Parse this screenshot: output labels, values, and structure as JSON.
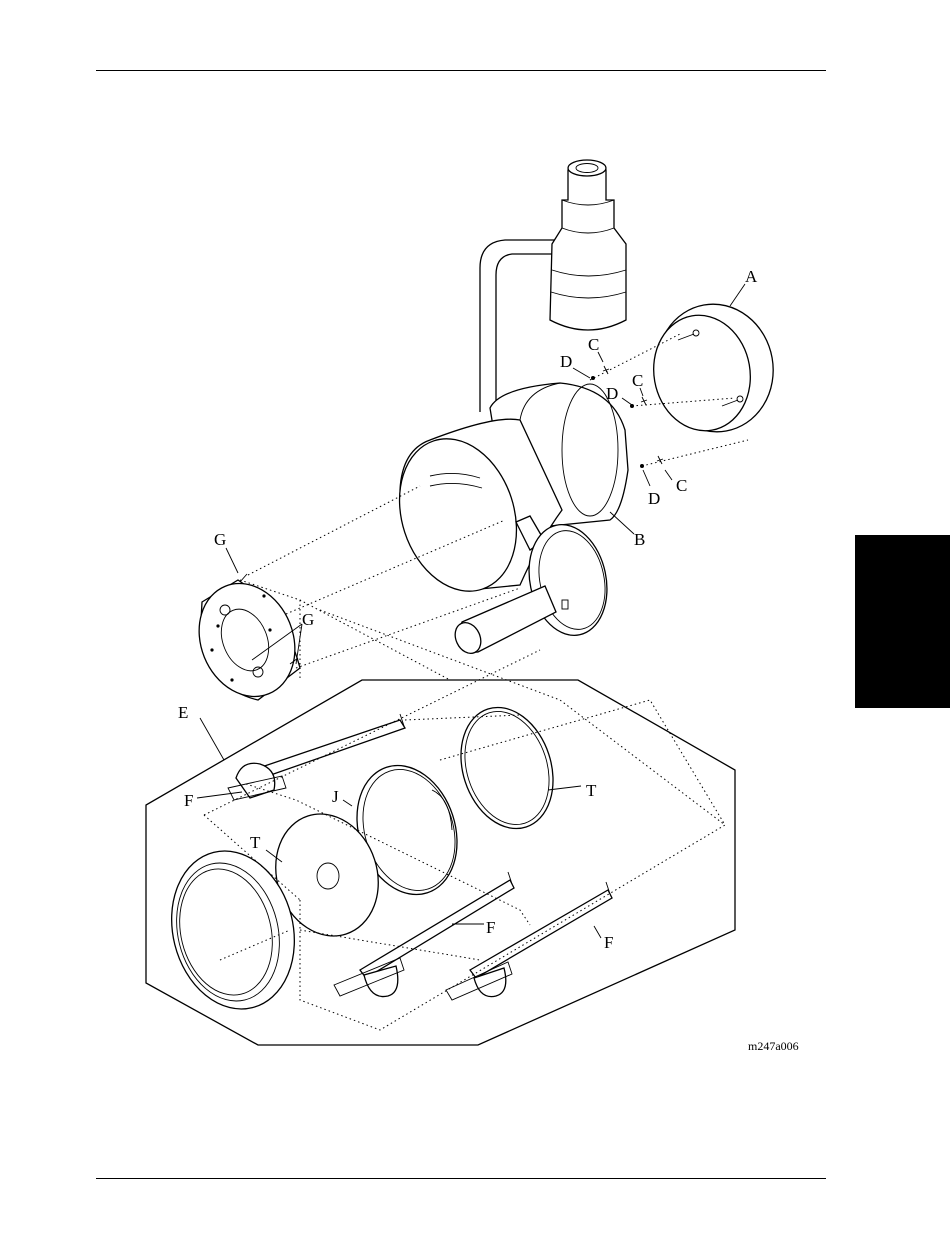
{
  "figure_code": "m247a006",
  "callouts": {
    "A": "A",
    "B": "B",
    "C1": "C",
    "C2": "C",
    "C3": "C",
    "D1": "D",
    "D2": "D",
    "D3": "D",
    "E": "E",
    "F1": "F",
    "F2": "F",
    "F3": "F",
    "G1": "G",
    "G2": "G",
    "J": "J",
    "T1": "T",
    "T2": "T"
  }
}
